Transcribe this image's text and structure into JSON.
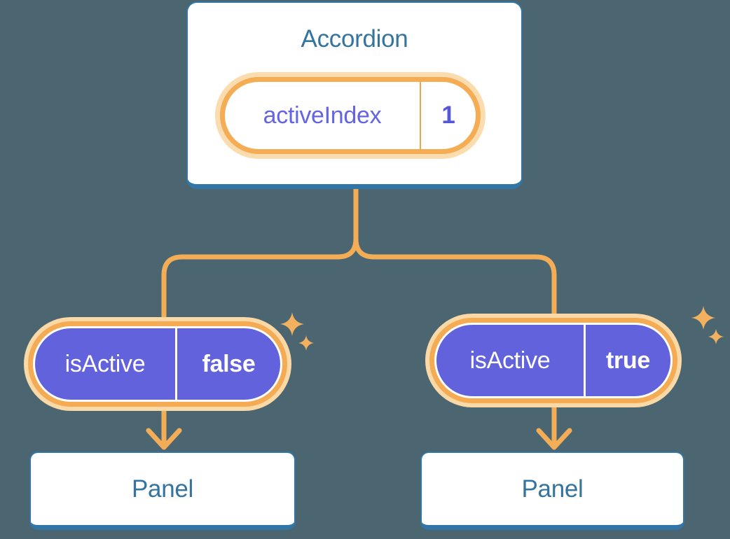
{
  "colors": {
    "background": "#4b6670",
    "connector_orange": "#f4ad57",
    "pill_ring_orange": "#f5ad55",
    "pill_glow": "#fbdcae",
    "sparkle_orange": "#f3b160",
    "prop_pill_purple": "#6262dd",
    "state_text_purple": "#6365e2",
    "title_blue": "#35749f",
    "card_border_blue": "#3176a7"
  },
  "root_component": {
    "title": "Accordion",
    "state": {
      "name": "activeIndex",
      "value": "1"
    }
  },
  "children": [
    {
      "prop": {
        "name": "isActive",
        "value": "false"
      },
      "component": {
        "title": "Panel"
      }
    },
    {
      "prop": {
        "name": "isActive",
        "value": "true"
      },
      "component": {
        "title": "Panel"
      }
    }
  ]
}
